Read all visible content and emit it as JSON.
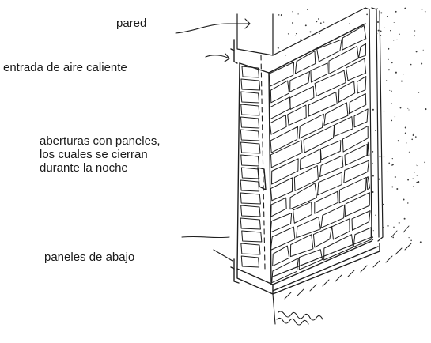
{
  "labels": {
    "pared": "pared",
    "entrada": "entrada de aire caliente",
    "aberturas_line1": "aberturas con paneles,",
    "aberturas_line2": "los cuales se cierran",
    "aberturas_line3": "durante la noche",
    "paneles_abajo": "paneles de abajo"
  },
  "colors": {
    "ink": "#1e1e1e",
    "background": "#ffffff"
  }
}
